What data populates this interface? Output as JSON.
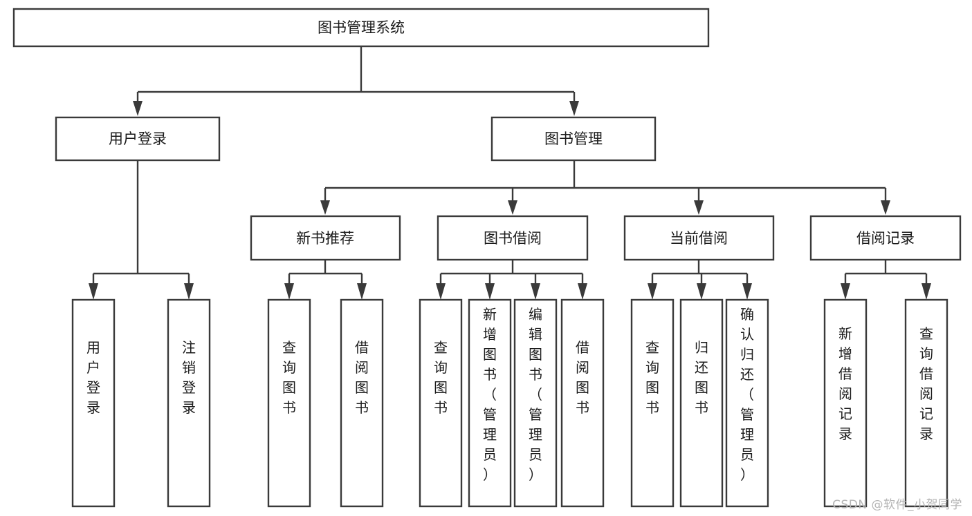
{
  "diagram": {
    "type": "tree",
    "title": "图书管理系统",
    "watermark": "CSDN @软件_小贺同学",
    "colors": {
      "box_stroke": "#3a3a3a",
      "box_fill": "#ffffff",
      "text": "#1b1b1b",
      "watermark": "#b4b4b4",
      "background": "#ffffff"
    },
    "nodes": {
      "root": {
        "label": "图书管理系统",
        "orientation": "horizontal"
      },
      "level2": [
        {
          "label": "用户登录",
          "orientation": "horizontal"
        },
        {
          "label": "图书管理",
          "orientation": "horizontal"
        }
      ],
      "level3": [
        {
          "label": "新书推荐",
          "orientation": "horizontal"
        },
        {
          "label": "图书借阅",
          "orientation": "horizontal"
        },
        {
          "label": "当前借阅",
          "orientation": "horizontal"
        },
        {
          "label": "借阅记录",
          "orientation": "horizontal"
        }
      ],
      "leaves": {
        "user_login": [
          {
            "label": "用户登录",
            "orientation": "vertical"
          },
          {
            "label": "注销登录",
            "orientation": "vertical"
          }
        ],
        "new_book_recommend": [
          {
            "label": "查询图书",
            "orientation": "vertical"
          },
          {
            "label": "借阅图书",
            "orientation": "vertical"
          }
        ],
        "book_borrow": [
          {
            "label": "查询图书",
            "orientation": "vertical"
          },
          {
            "label": "新增图书（管理员）",
            "orientation": "vertical"
          },
          {
            "label": "编辑图书（管理员）",
            "orientation": "vertical"
          },
          {
            "label": "借阅图书",
            "orientation": "vertical"
          }
        ],
        "current_borrow": [
          {
            "label": "查询图书",
            "orientation": "vertical"
          },
          {
            "label": "归还图书",
            "orientation": "vertical"
          },
          {
            "label": "确认归还（管理员）",
            "orientation": "vertical"
          }
        ],
        "borrow_record": [
          {
            "label": "新增借阅记录",
            "orientation": "vertical"
          },
          {
            "label": "查询借阅记录",
            "orientation": "vertical"
          }
        ]
      }
    }
  }
}
